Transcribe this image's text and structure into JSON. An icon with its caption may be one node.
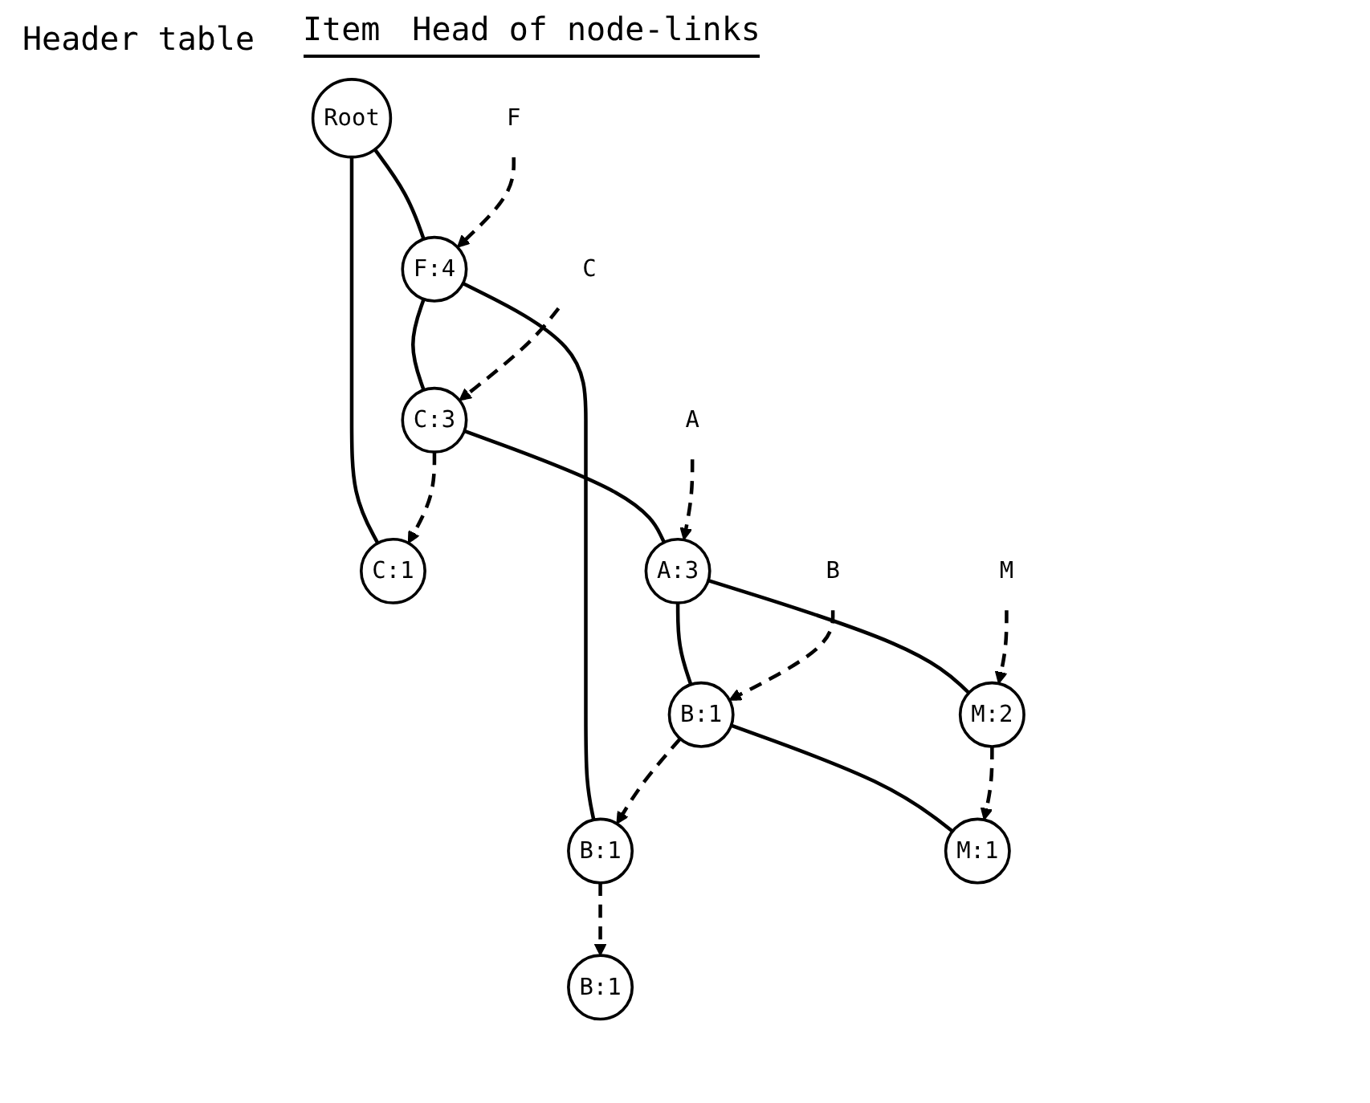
{
  "diagram": {
    "nodes": [
      {
        "text": [
          "Root"
        ]
      },
      {
        "text": [
          "F:4"
        ]
      },
      {
        "text": [
          "C:1"
        ]
      },
      {
        "text": [
          "C:3"
        ]
      },
      {
        "text": [
          "B:1"
        ]
      },
      {
        "text": [
          "B:1"
        ]
      },
      {
        "text": [
          "A:3"
        ]
      },
      {
        "text": [
          "B:1"
        ]
      },
      {
        "text": [
          "M:2"
        ]
      },
      {
        "text": [
          "M:1"
        ]
      },
      {
        "text": [
          "F"
        ]
      },
      {
        "text": [
          "C"
        ]
      },
      {
        "text": [
          "A"
        ]
      },
      {
        "text": [
          "B"
        ]
      },
      {
        "text": [
          "M"
        ]
      }
    ],
    "edges": [
      {
        "from": 0,
        "to": 1,
        "arrow": "none"
      },
      {
        "from": 0,
        "to": 2,
        "arrow": "none"
      },
      {
        "from": 1,
        "to": 3,
        "arrow": "none"
      },
      {
        "from": 1,
        "to": 4,
        "arrow": "none"
      },
      {
        "from": 3,
        "to": 6,
        "arrow": "none"
      },
      {
        "from": 6,
        "to": 7,
        "arrow": "none"
      },
      {
        "from": 6,
        "to": 8,
        "arrow": "none"
      },
      {
        "from": 7,
        "to": 9,
        "arrow": "none"
      },
      {
        "from": 10,
        "to": 1,
        "arrow": "to",
        "style": "dashed"
      },
      {
        "from": 11,
        "to": 3,
        "arrow": "to",
        "style": "dashed"
      },
      {
        "from": 12,
        "to": 6,
        "arrow": "to",
        "style": "dashed"
      },
      {
        "from": 13,
        "to": 7,
        "arrow": "to",
        "style": "dashed"
      },
      {
        "from": 14,
        "to": 8,
        "arrow": "to",
        "style": "dashed"
      },
      {
        "from": 3,
        "to": 2,
        "arrow": "to",
        "style": "dashed"
      },
      {
        "from": 4,
        "to": 5,
        "arrow": "to",
        "style": "dashed"
      },
      {
        "from": 7,
        "to": 4,
        "arrow": "to",
        "style": "dashed"
      },
      {
        "from": 8,
        "to": 9,
        "arrow": "to",
        "style": "dashed"
      }
    ],
    "labels": [
      "Header table",
      "Head of node-links",
      "Item"
    ]
  }
}
